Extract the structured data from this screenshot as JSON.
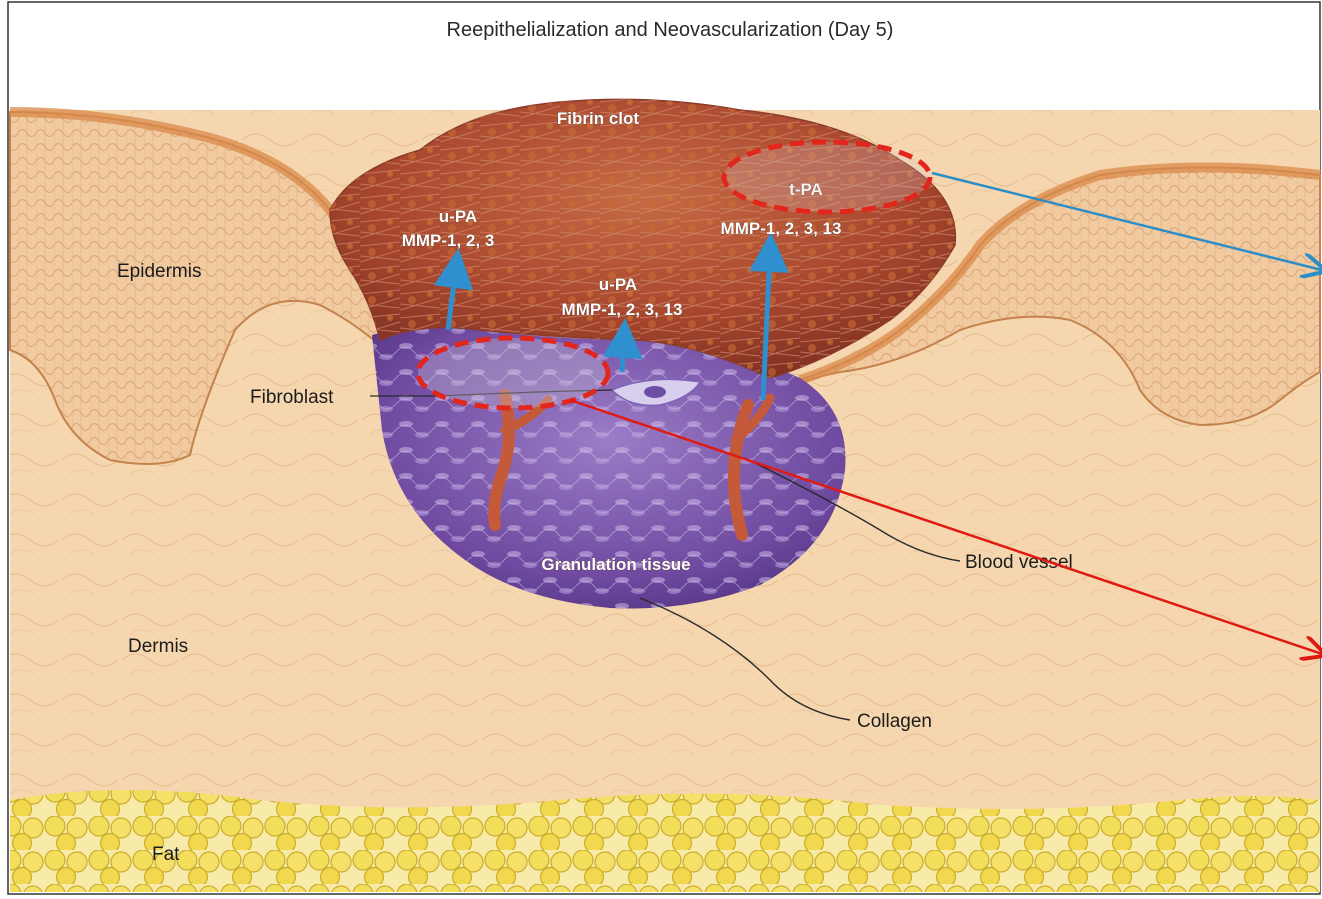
{
  "title": "Reepithelialization and Neovascularization (Day 5)",
  "labels": {
    "fibrin_clot": "Fibrin clot",
    "tpa": "t-PA",
    "upa_left": "u-PA",
    "mmp_left": "MMP-1, 2, 3",
    "mmp_right": "MMP-1, 2, 3, 13",
    "upa_center": "u-PA",
    "mmp_center": "MMP-1, 2, 3, 13",
    "epidermis": "Epidermis",
    "fibroblast": "Fibroblast",
    "granulation_tissue": "Granulation tissue",
    "blood_vessel": "Blood vessel",
    "dermis": "Dermis",
    "collagen": "Collagen",
    "fat": "Fat"
  },
  "colors": {
    "dermis": "#f5d6ae",
    "epidermis": "#efbf8e",
    "clot": "#a8472e",
    "granulation": "#7a54a8",
    "fat": "#f3de5c",
    "highlight_ellipse": "#e3261c",
    "blue_annotation": "#2b8ec8",
    "red_annotation": "#e01a12"
  }
}
